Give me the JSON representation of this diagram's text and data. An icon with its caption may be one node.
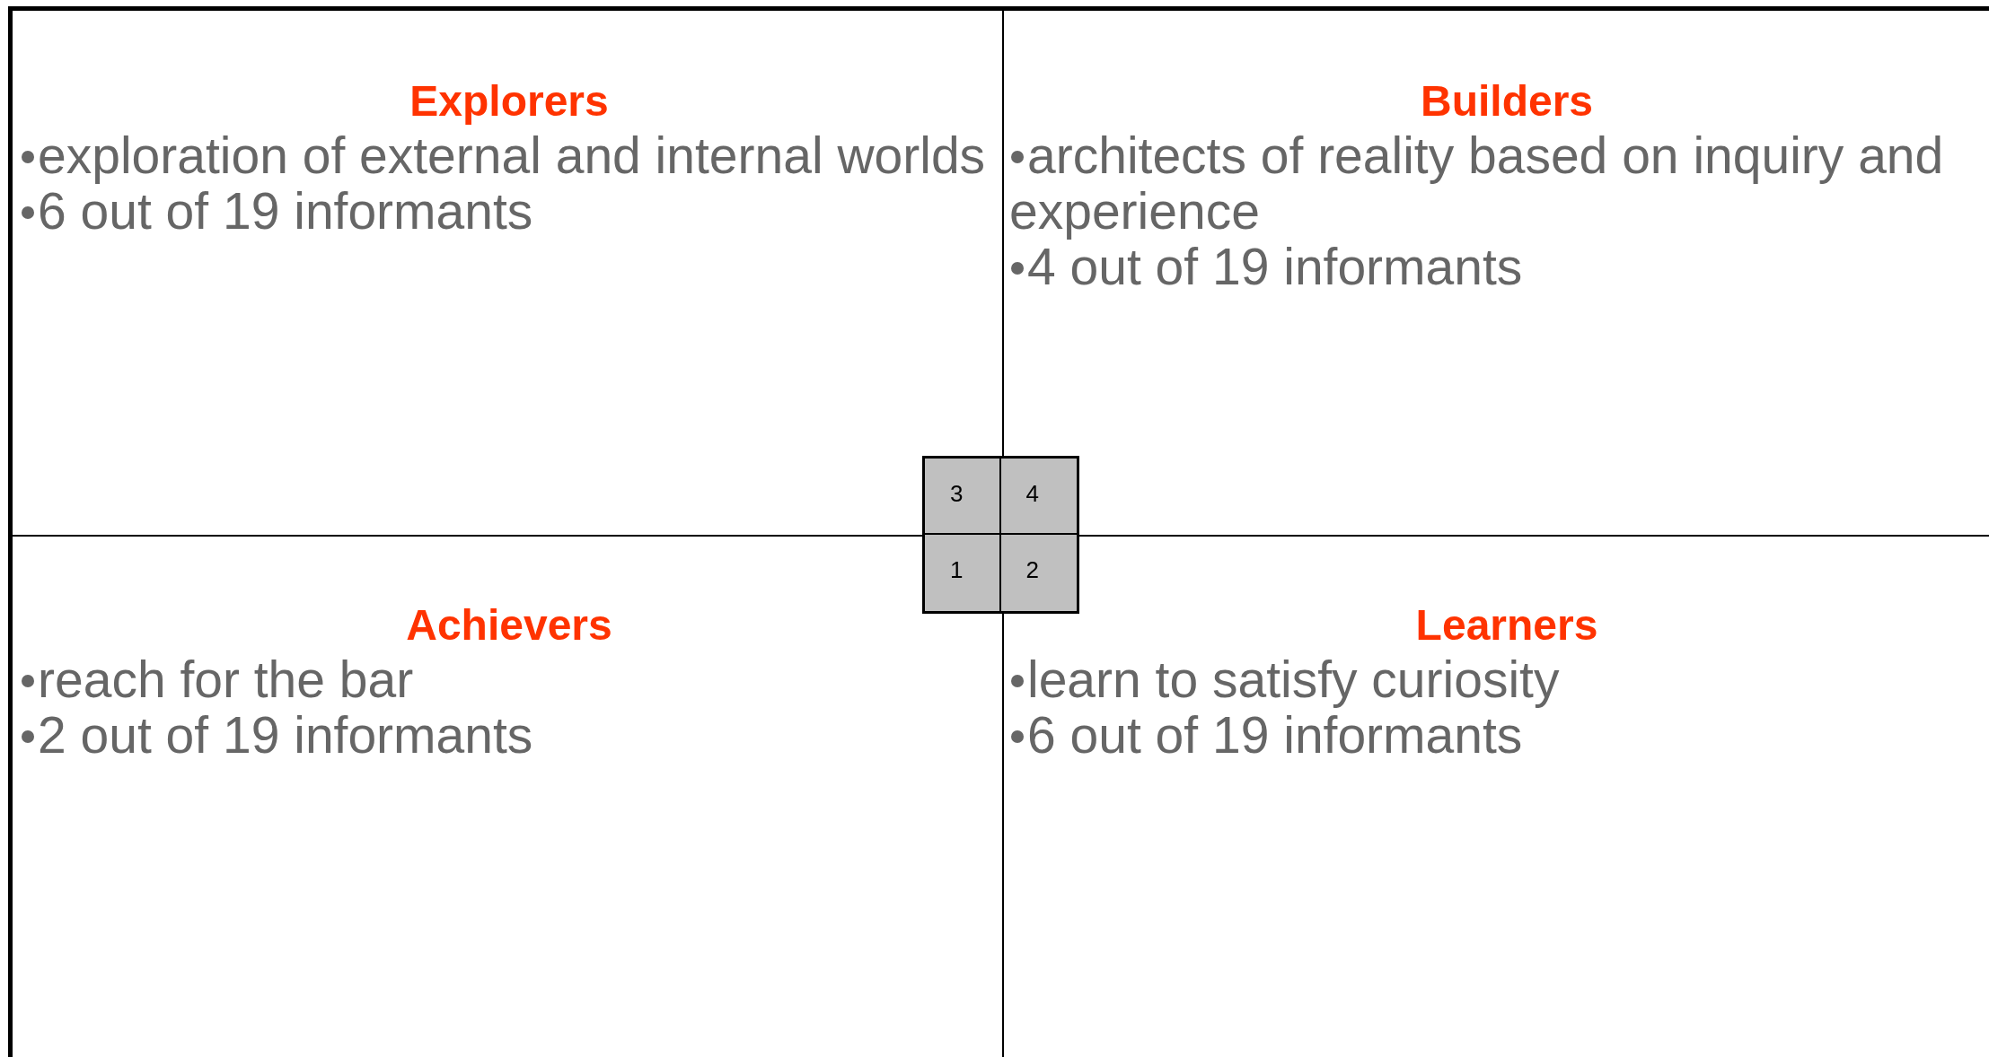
{
  "diagram": {
    "nodes": [
      {
        "text": [
          "Explorers",
          "exploration of external and internal worlds",
          "6 out of 19 informants"
        ]
      },
      {
        "text": [
          "Builders",
          "architects of reality based on inquiry and experience",
          "4 out of 19 informants"
        ]
      },
      {
        "text": [
          "Achievers",
          "reach for the bar",
          "2 out of 19 informants"
        ]
      },
      {
        "text": [
          "Learners",
          "learn to satisfy curiosity",
          "6 out of 19 informants"
        ]
      }
    ],
    "labels": [
      "3",
      "4",
      "1",
      "2"
    ]
  }
}
